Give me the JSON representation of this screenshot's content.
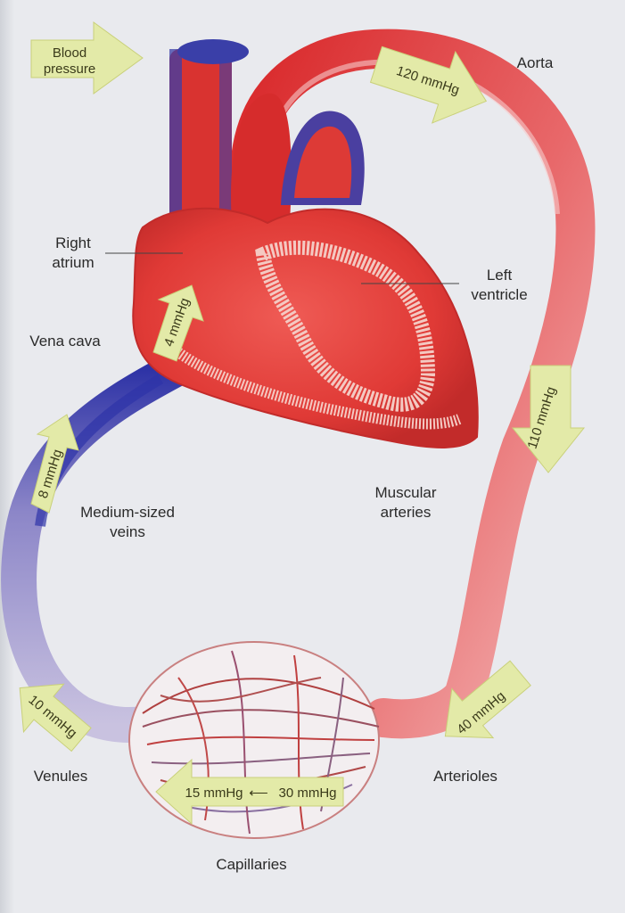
{
  "labels": {
    "blood_pressure_line1": "Blood",
    "blood_pressure_line2": "pressure",
    "aorta": "Aorta",
    "right_atrium_line1": "Right",
    "right_atrium_line2": "atrium",
    "left_ventricle_line1": "Left",
    "left_ventricle_line2": "ventricle",
    "vena_cava": "Vena cava",
    "medium_veins_line1": "Medium-sized",
    "medium_veins_line2": "veins",
    "muscular_arteries_line1": "Muscular",
    "muscular_arteries_line2": "arteries",
    "venules": "Venules",
    "arterioles": "Arterioles",
    "capillaries": "Capillaries"
  },
  "pressures": {
    "aorta": "120 mmHg",
    "muscular_arteries": "110 mmHg",
    "arterioles": "40 mmHg",
    "capillaries_arterial": "30 mmHg",
    "capillaries_venous": "15 mmHg",
    "venules": "10 mmHg",
    "medium_veins": "8 mmHg",
    "right_atrium": "4 mmHg"
  },
  "colors": {
    "arterial": "#e23a36",
    "venous": "#3a3fa8",
    "arrow_fill": "#e3eaa8",
    "background": "#e9eaee"
  }
}
